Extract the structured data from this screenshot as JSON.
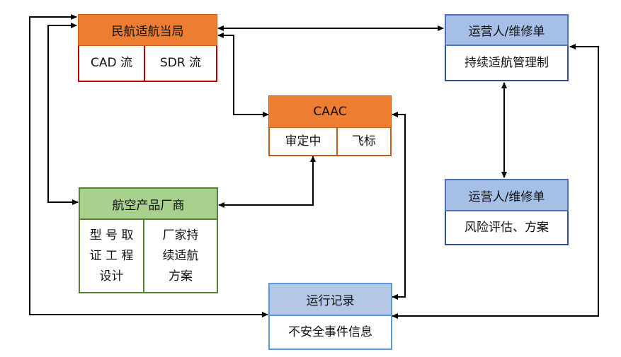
{
  "caac_authority": {
    "title": "民航适航当局",
    "cells": [
      "CAD 流",
      "SDR 流"
    ]
  },
  "caac": {
    "title": "CAAC",
    "cells": [
      "审定中",
      "飞标"
    ]
  },
  "operator_top": {
    "title": "运营人/维修单",
    "body": "持续适航管理制"
  },
  "operator_mid": {
    "title": "运营人/维修单",
    "body": "风险评估、方案"
  },
  "manufacturer": {
    "title": "航空产品厂商",
    "cells": [
      "型 号 取\n证 工 程\n设计",
      "厂家持\n续适航\n方案"
    ]
  },
  "ops_record": {
    "title": "运行记录",
    "body": "不安全事件信息"
  },
  "colors": {
    "orange": "#ED7D31",
    "orange_border": "#C0504D",
    "green": "#A9D18E",
    "green_border": "#548235",
    "blue": "#A6BFE6",
    "blue_border": "#4A73B8",
    "red_border": "#C00000",
    "arrow": "#000000"
  }
}
